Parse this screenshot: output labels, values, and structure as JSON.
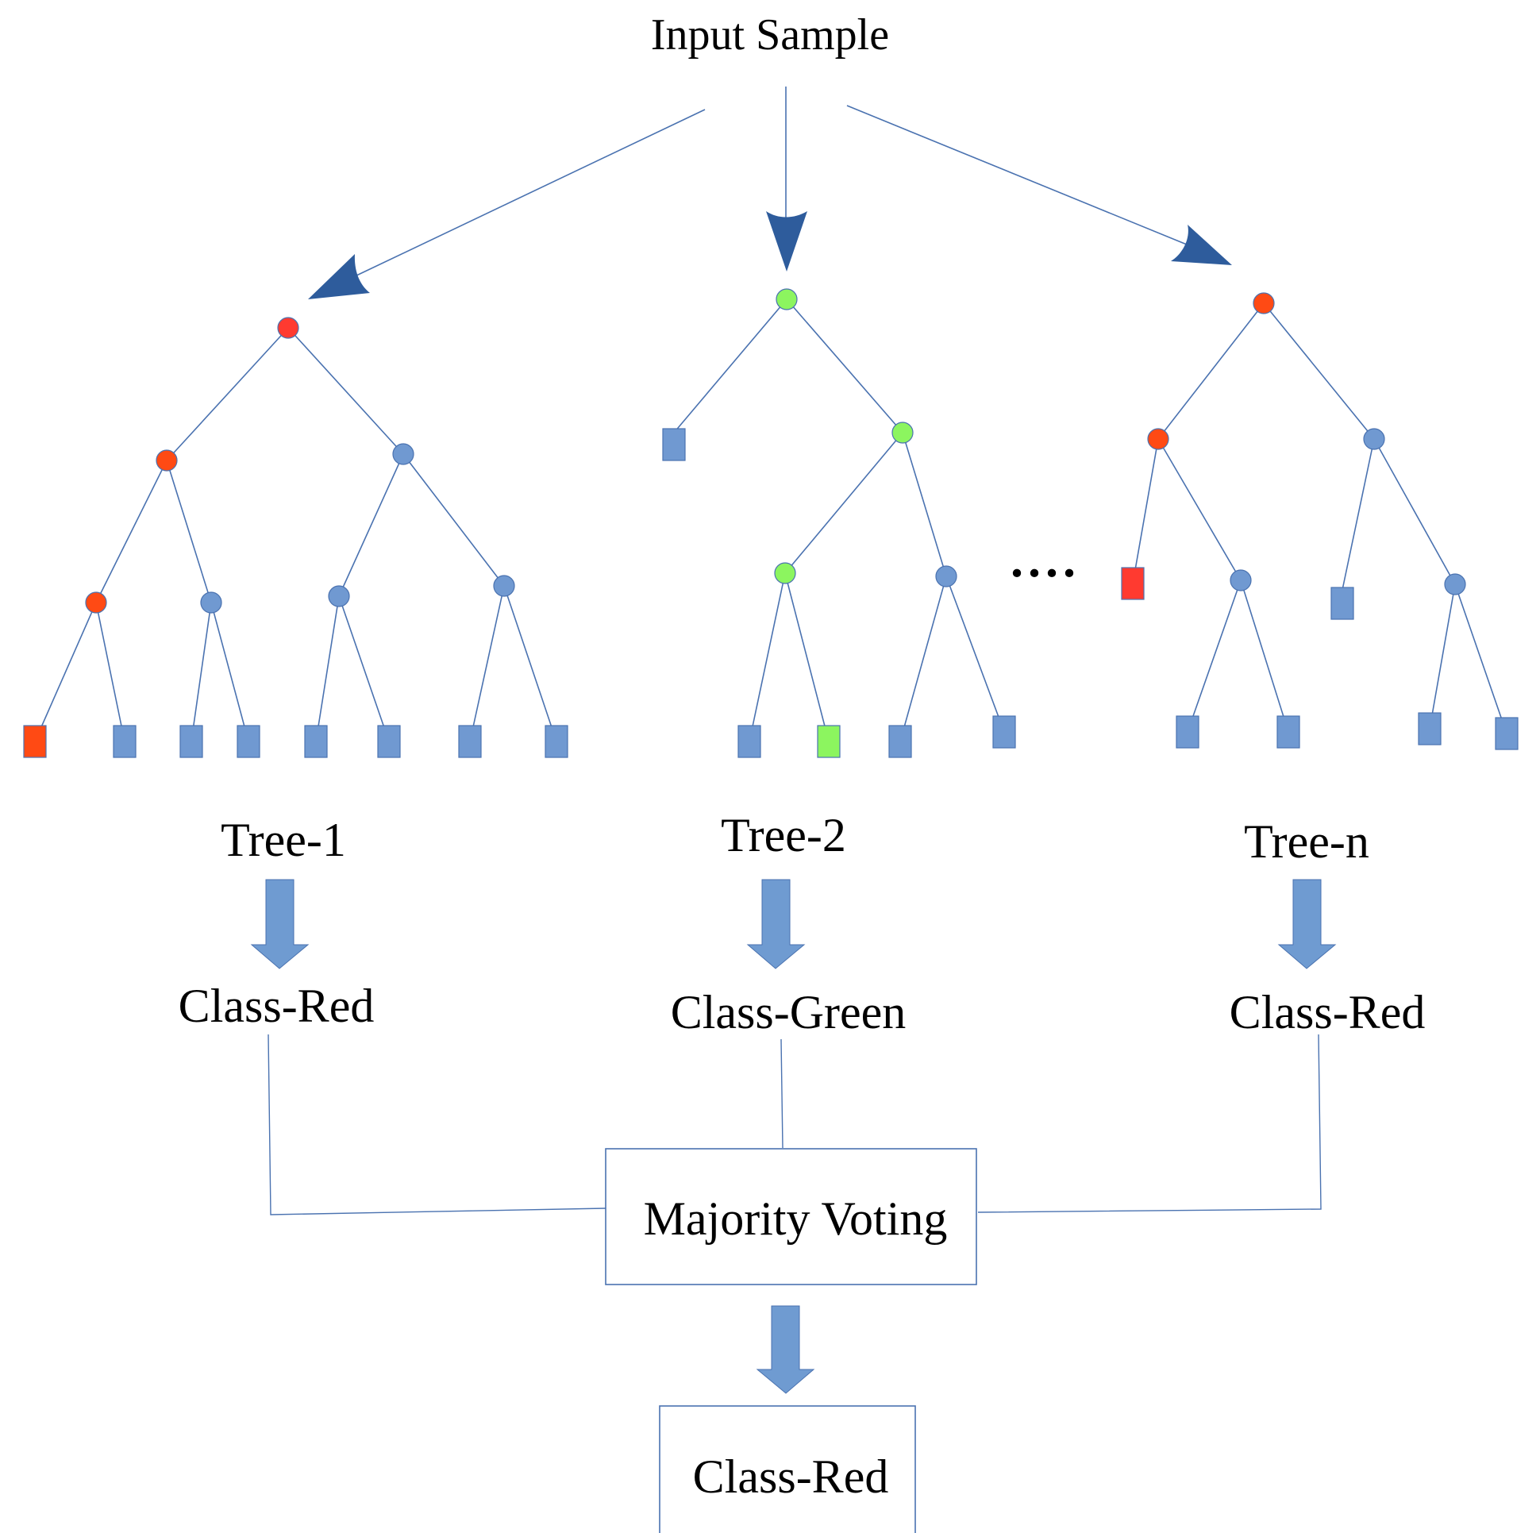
{
  "colors": {
    "line": "#4a72b0",
    "arrow_dark": "#2e5c9c",
    "arrow_block": "#6f9bd1",
    "node_red": "#ff3a30",
    "node_orange": "#ff4a14",
    "node_blue": "#7099d1",
    "node_green": "#8cf55f",
    "text": "#000000"
  },
  "title": "Input Sample",
  "trees": [
    {
      "label": "Tree-1",
      "result": "Class-Red"
    },
    {
      "label": "Tree-2",
      "result": "Class-Green"
    },
    {
      "label": "Tree-n",
      "result": "Class-Red"
    }
  ],
  "ellipsis": "....",
  "voting": {
    "label": "Majority Voting"
  },
  "final": {
    "label": "Class-Red"
  }
}
